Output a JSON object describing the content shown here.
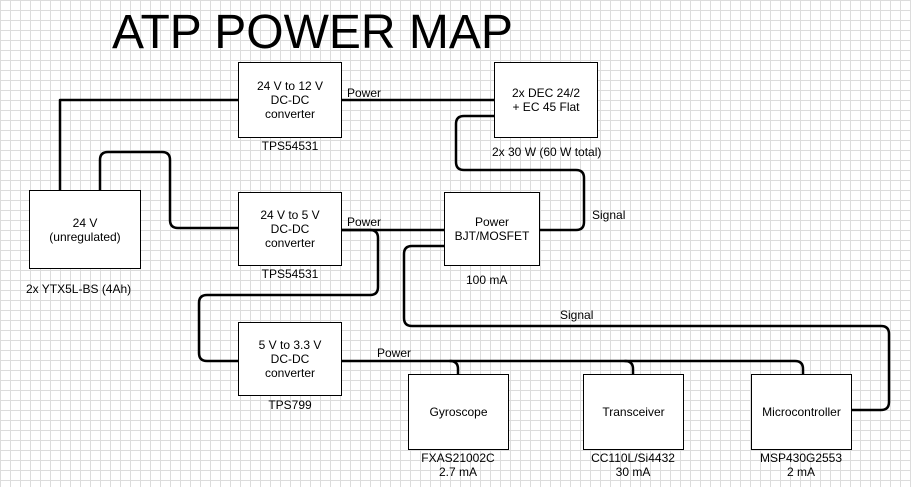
{
  "title": "ATP POWER MAP",
  "blocks": {
    "battery": {
      "lines": [
        "24 V",
        "(unregulated)"
      ],
      "caption": "2x YTX5L-BS (4Ah)"
    },
    "conv_12v": {
      "lines": [
        "24 V to 12 V",
        "DC-DC",
        "converter"
      ],
      "caption": "TPS54531"
    },
    "conv_5v": {
      "lines": [
        "24 V to 5 V",
        "DC-DC",
        "converter"
      ],
      "caption": "TPS54531"
    },
    "conv_3v3": {
      "lines": [
        "5 V to 3.3 V",
        "DC-DC",
        "converter"
      ],
      "caption": "TPS799"
    },
    "motors": {
      "lines": [
        "2x DEC 24/2",
        "+ EC 45 Flat"
      ],
      "caption": "2x 30 W (60 W total)"
    },
    "switch": {
      "lines": [
        "Power",
        "BJT/MOSFET"
      ],
      "caption": "100 mA"
    },
    "gyroscope": {
      "lines": [
        "Gyroscope"
      ],
      "caption": [
        "FXAS21002C",
        "2.7 mA"
      ]
    },
    "transceiver": {
      "lines": [
        "Transceiver"
      ],
      "caption": [
        "CC110L/Si4432",
        "30 mA"
      ]
    },
    "microcontroller": {
      "lines": [
        "Microcontroller"
      ],
      "caption": [
        "MSP430G2553",
        "2 mA"
      ]
    }
  },
  "wire_labels": {
    "power_12v": "Power",
    "power_5v": "Power",
    "power_3v3": "Power",
    "signal_motor": "Signal",
    "signal_mcu": "Signal"
  },
  "colors": {
    "wire": "#000000",
    "grid": "#dcdcdc",
    "box_border": "#000000"
  }
}
